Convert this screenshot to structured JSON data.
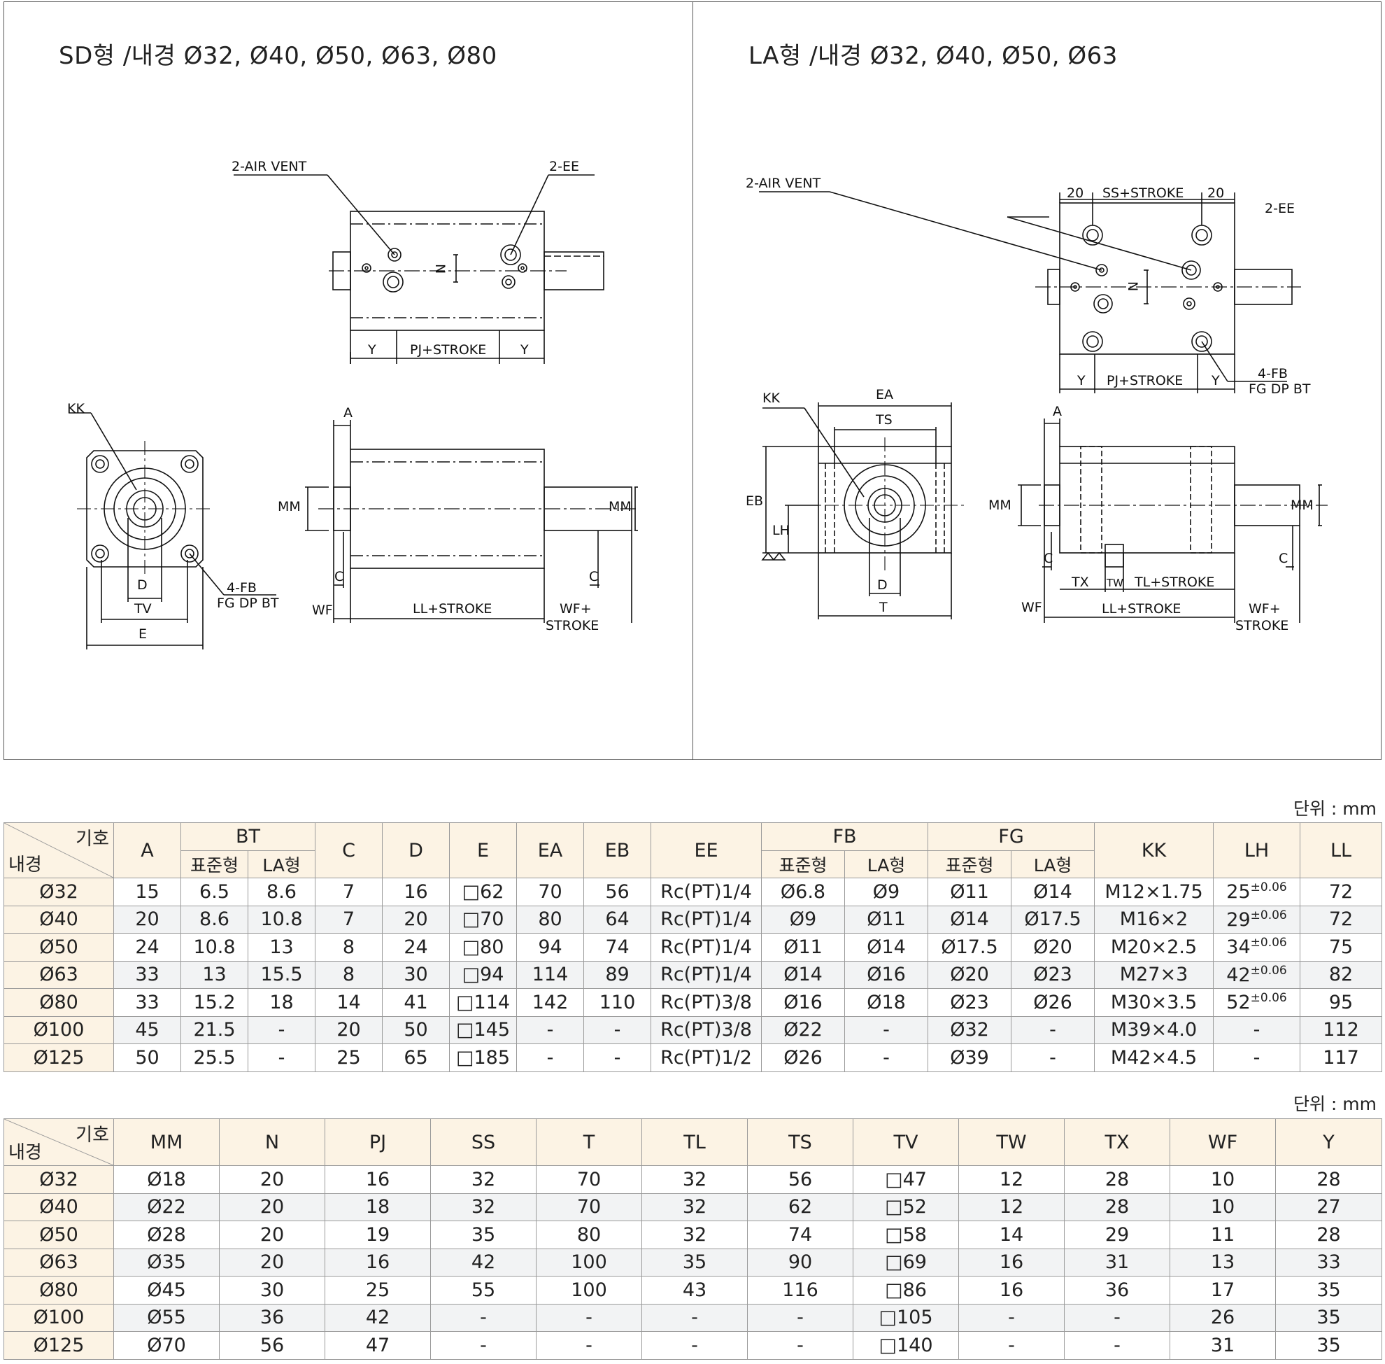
{
  "titles": {
    "sd": "SD형 /내경 Ø32, Ø40, Ø50, Ø63, Ø80",
    "la": "LA형 /내경 Ø32, Ø40, Ø50, Ø63"
  },
  "labels": {
    "air_vent": "2-AIR VENT",
    "ee": "2-EE",
    "y": "Y",
    "pj_stroke": "PJ+STROKE",
    "n": "N",
    "kk": "KK",
    "fb": "4-FB",
    "fg_dp_bt": "FG DP BT",
    "d": "D",
    "tv": "TV",
    "e": "E",
    "a": "A",
    "mm": "MM",
    "c": "C",
    "wf": "WF",
    "ll_stroke": "LL+STROKE",
    "wf_plus": "WF+",
    "stroke": "STROKE",
    "ss_stroke": "SS+STROKE",
    "twenty": "20",
    "ea": "EA",
    "ts": "TS",
    "eb": "EB",
    "lh": "LH",
    "t": "T",
    "tx": "TX",
    "tw": "TW",
    "tl_stroke": "TL+STROKE"
  },
  "unit_label": "단위 : mm",
  "corner": {
    "top": "기호",
    "bottom": "내경"
  },
  "table1": {
    "header_top": [
      "A",
      "BT",
      "C",
      "D",
      "E",
      "EA",
      "EB",
      "EE",
      "FB",
      "FG",
      "KK",
      "LH",
      "LL"
    ],
    "header_sub": [
      "표준형",
      "LA형",
      "표준형",
      "LA형",
      "표준형",
      "LA형"
    ],
    "rows": [
      {
        "bore": "Ø32",
        "A": "15",
        "BT_std": "6.5",
        "BT_la": "8.6",
        "C": "7",
        "D": "16",
        "E": "□62",
        "EA": "70",
        "EB": "56",
        "EE": "Rc(PT)1/4",
        "FB_std": "Ø6.8",
        "FB_la": "Ø9",
        "FG_std": "Ø11",
        "FG_la": "Ø14",
        "KK": "M12×1.75",
        "LH": "25",
        "LH_tol": "±0.06",
        "LL": "72"
      },
      {
        "bore": "Ø40",
        "A": "20",
        "BT_std": "8.6",
        "BT_la": "10.8",
        "C": "7",
        "D": "20",
        "E": "□70",
        "EA": "80",
        "EB": "64",
        "EE": "Rc(PT)1/4",
        "FB_std": "Ø9",
        "FB_la": "Ø11",
        "FG_std": "Ø14",
        "FG_la": "Ø17.5",
        "KK": "M16×2",
        "LH": "29",
        "LH_tol": "±0.06",
        "LL": "72"
      },
      {
        "bore": "Ø50",
        "A": "24",
        "BT_std": "10.8",
        "BT_la": "13",
        "C": "8",
        "D": "24",
        "E": "□80",
        "EA": "94",
        "EB": "74",
        "EE": "Rc(PT)1/4",
        "FB_std": "Ø11",
        "FB_la": "Ø14",
        "FG_std": "Ø17.5",
        "FG_la": "Ø20",
        "KK": "M20×2.5",
        "LH": "34",
        "LH_tol": "±0.06",
        "LL": "75"
      },
      {
        "bore": "Ø63",
        "A": "33",
        "BT_std": "13",
        "BT_la": "15.5",
        "C": "8",
        "D": "30",
        "E": "□94",
        "EA": "114",
        "EB": "89",
        "EE": "Rc(PT)1/4",
        "FB_std": "Ø14",
        "FB_la": "Ø16",
        "FG_std": "Ø20",
        "FG_la": "Ø23",
        "KK": "M27×3",
        "LH": "42",
        "LH_tol": "±0.06",
        "LL": "82"
      },
      {
        "bore": "Ø80",
        "A": "33",
        "BT_std": "15.2",
        "BT_la": "18",
        "C": "14",
        "D": "41",
        "E": "□114",
        "EA": "142",
        "EB": "110",
        "EE": "Rc(PT)3/8",
        "FB_std": "Ø16",
        "FB_la": "Ø18",
        "FG_std": "Ø23",
        "FG_la": "Ø26",
        "KK": "M30×3.5",
        "LH": "52",
        "LH_tol": "±0.06",
        "LL": "95"
      },
      {
        "bore": "Ø100",
        "A": "45",
        "BT_std": "21.5",
        "BT_la": "-",
        "C": "20",
        "D": "50",
        "E": "□145",
        "EA": "-",
        "EB": "-",
        "EE": "Rc(PT)3/8",
        "FB_std": "Ø22",
        "FB_la": "-",
        "FG_std": "Ø32",
        "FG_la": "-",
        "KK": "M39×4.0",
        "LH": "-",
        "LH_tol": "",
        "LL": "112"
      },
      {
        "bore": "Ø125",
        "A": "50",
        "BT_std": "25.5",
        "BT_la": "-",
        "C": "25",
        "D": "65",
        "E": "□185",
        "EA": "-",
        "EB": "-",
        "EE": "Rc(PT)1/2",
        "FB_std": "Ø26",
        "FB_la": "-",
        "FG_std": "Ø39",
        "FG_la": "-",
        "KK": "M42×4.5",
        "LH": "-",
        "LH_tol": "",
        "LL": "117"
      }
    ]
  },
  "table2": {
    "header": [
      "MM",
      "N",
      "PJ",
      "SS",
      "T",
      "TL",
      "TS",
      "TV",
      "TW",
      "TX",
      "WF",
      "Y"
    ],
    "rows": [
      {
        "bore": "Ø32",
        "vals": [
          "Ø18",
          "20",
          "16",
          "32",
          "70",
          "32",
          "56",
          "□47",
          "12",
          "28",
          "10",
          "28"
        ]
      },
      {
        "bore": "Ø40",
        "vals": [
          "Ø22",
          "20",
          "18",
          "32",
          "70",
          "32",
          "62",
          "□52",
          "12",
          "28",
          "10",
          "27"
        ]
      },
      {
        "bore": "Ø50",
        "vals": [
          "Ø28",
          "20",
          "19",
          "35",
          "80",
          "32",
          "74",
          "□58",
          "14",
          "29",
          "11",
          "28"
        ]
      },
      {
        "bore": "Ø63",
        "vals": [
          "Ø35",
          "20",
          "16",
          "42",
          "100",
          "35",
          "90",
          "□69",
          "16",
          "31",
          "13",
          "33"
        ]
      },
      {
        "bore": "Ø80",
        "vals": [
          "Ø45",
          "30",
          "25",
          "55",
          "100",
          "43",
          "116",
          "□86",
          "16",
          "36",
          "17",
          "35"
        ]
      },
      {
        "bore": "Ø100",
        "vals": [
          "Ø55",
          "36",
          "42",
          "-",
          "-",
          "-",
          "-",
          "□105",
          "-",
          "-",
          "26",
          "35"
        ]
      },
      {
        "bore": "Ø125",
        "vals": [
          "Ø70",
          "56",
          "47",
          "-",
          "-",
          "-",
          "-",
          "□140",
          "-",
          "-",
          "31",
          "35"
        ]
      }
    ]
  }
}
